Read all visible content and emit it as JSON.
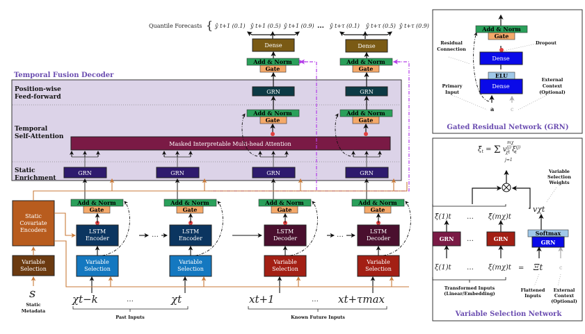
{
  "main_diagram": {
    "quantile_label": "Quantile Forecasts",
    "quantiles_first": [
      "ŷ t+1 (0.1)",
      "ŷ t+1 (0.5)",
      "ŷ t+1 (0.9)"
    ],
    "quantiles_last": [
      "ŷ t+τ (0.1)",
      "ŷ t+τ (0.5)",
      "ŷ t+τ (0.9)"
    ],
    "ellipsis": "…",
    "decoder_title": "Temporal Fusion Decoder",
    "layers": {
      "feed_forward": [
        "Position-wise",
        "Feed-forward"
      ],
      "self_attention": [
        "Temporal",
        "Self-Attention"
      ],
      "static_enrichment": [
        "Static",
        "Enrichment"
      ]
    },
    "attention_label": "Masked Interpretable Multi-head Attention",
    "dense": "Dense",
    "add_norm": "Add & Norm",
    "gate": "Gate",
    "grn": "GRN",
    "static_encoders": [
      "Static",
      "Covariate",
      "Encoders"
    ],
    "variable_selection": [
      "Variable",
      "Selection"
    ],
    "lstm_encoder": [
      "LSTM",
      "Encoder"
    ],
    "lstm_decoder": [
      "LSTM",
      "Decoder"
    ],
    "inputs": {
      "static_symbol": "s",
      "static_label": [
        "Static",
        "Metadata"
      ],
      "past": [
        "χt−k",
        "χt"
      ],
      "future": [
        "xt+1",
        "xt+τmax"
      ],
      "past_label": "Past Inputs",
      "future_label": "Known Future Inputs"
    },
    "colors": {
      "dense": "#7a5a14",
      "add_norm": "#2aa05a",
      "gate": "#f4a96a",
      "grn_top": "#0d3a45",
      "grn_enrich": "#2e1a6e",
      "attention": "#7a1a45",
      "lstm_encoder": "#0b3560",
      "lstm_decoder": "#4a0f2e",
      "vs_past": "#1478c0",
      "vs_future": "#a31f14",
      "static_enc": "#b85c1e",
      "static_vs": "#6b3a10",
      "decoder_bg": "#dcd3e8",
      "static_line": "#c87a38",
      "skip_line": "#b540e8"
    }
  },
  "grn_panel": {
    "title": "Gated Residual Network (GRN)",
    "add_norm": "Add & Norm",
    "gate": "Gate",
    "dense": "Dense",
    "elu": "ELU",
    "residual": [
      "Residual",
      "Connection"
    ],
    "dropout": "Dropout",
    "primary": [
      "Primary",
      "Input"
    ],
    "external": [
      "External",
      "Context",
      "(Optional)"
    ],
    "a": "a",
    "c": "c"
  },
  "vsn_panel": {
    "title": "Variable Selection Network",
    "formula": "ξ̃t = Σ v(j)χt ξ̃(j)t",
    "sum_top": "mχ",
    "sum_bottom": "j=1",
    "weights_label": [
      "Variable",
      "Selection",
      "Weights"
    ],
    "v": "vχt",
    "grn": "GRN",
    "softmax": "Softmax",
    "xi_tilde_first": "ξ̃(1)t",
    "xi_tilde_last": "ξ̃(mχ)t",
    "xi_first": "ξ(1)t",
    "xi_last": "ξ(mχ)t",
    "equals": "=",
    "Xi": "Ξt",
    "c": "c",
    "dots": "…",
    "transformed": [
      "Transformed Inputs",
      "(Linear/Embedding)"
    ],
    "flattened": [
      "Flattened",
      "Inputs"
    ],
    "external": [
      "External",
      "Context",
      "(Optional)"
    ]
  }
}
